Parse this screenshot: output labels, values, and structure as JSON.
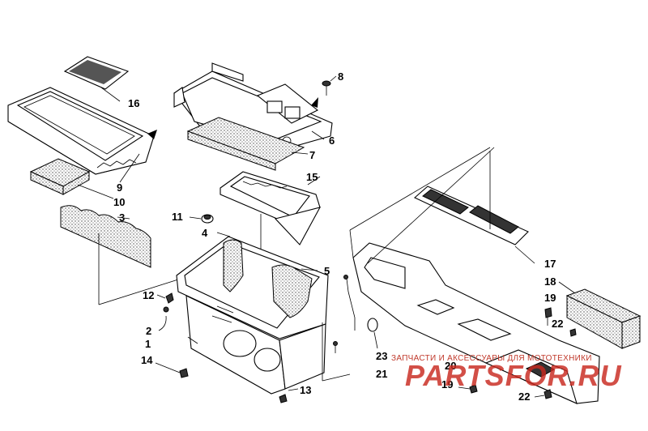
{
  "callouts": {
    "c1": "1",
    "c2": "2",
    "c3": "3",
    "c4": "4",
    "c5": "5",
    "c6": "6",
    "c7": "7",
    "c8": "8",
    "c9": "9",
    "c10": "10",
    "c11": "11",
    "c12": "12",
    "c13": "13",
    "c14": "14",
    "c15": "15",
    "c16": "16",
    "c17": "17",
    "c18": "18",
    "c19a": "19",
    "c19b": "19",
    "c20": "20",
    "c21": "21",
    "c22a": "22",
    "c22b": "22",
    "c23": "23"
  },
  "watermark": {
    "caption": "ЗАПЧАСТИ И АКСЕССУАРЫ ДЛЯ МОТОТЕХНИКИ",
    "brand": "PARTSFOR.RU",
    "color": "#c0392b"
  }
}
